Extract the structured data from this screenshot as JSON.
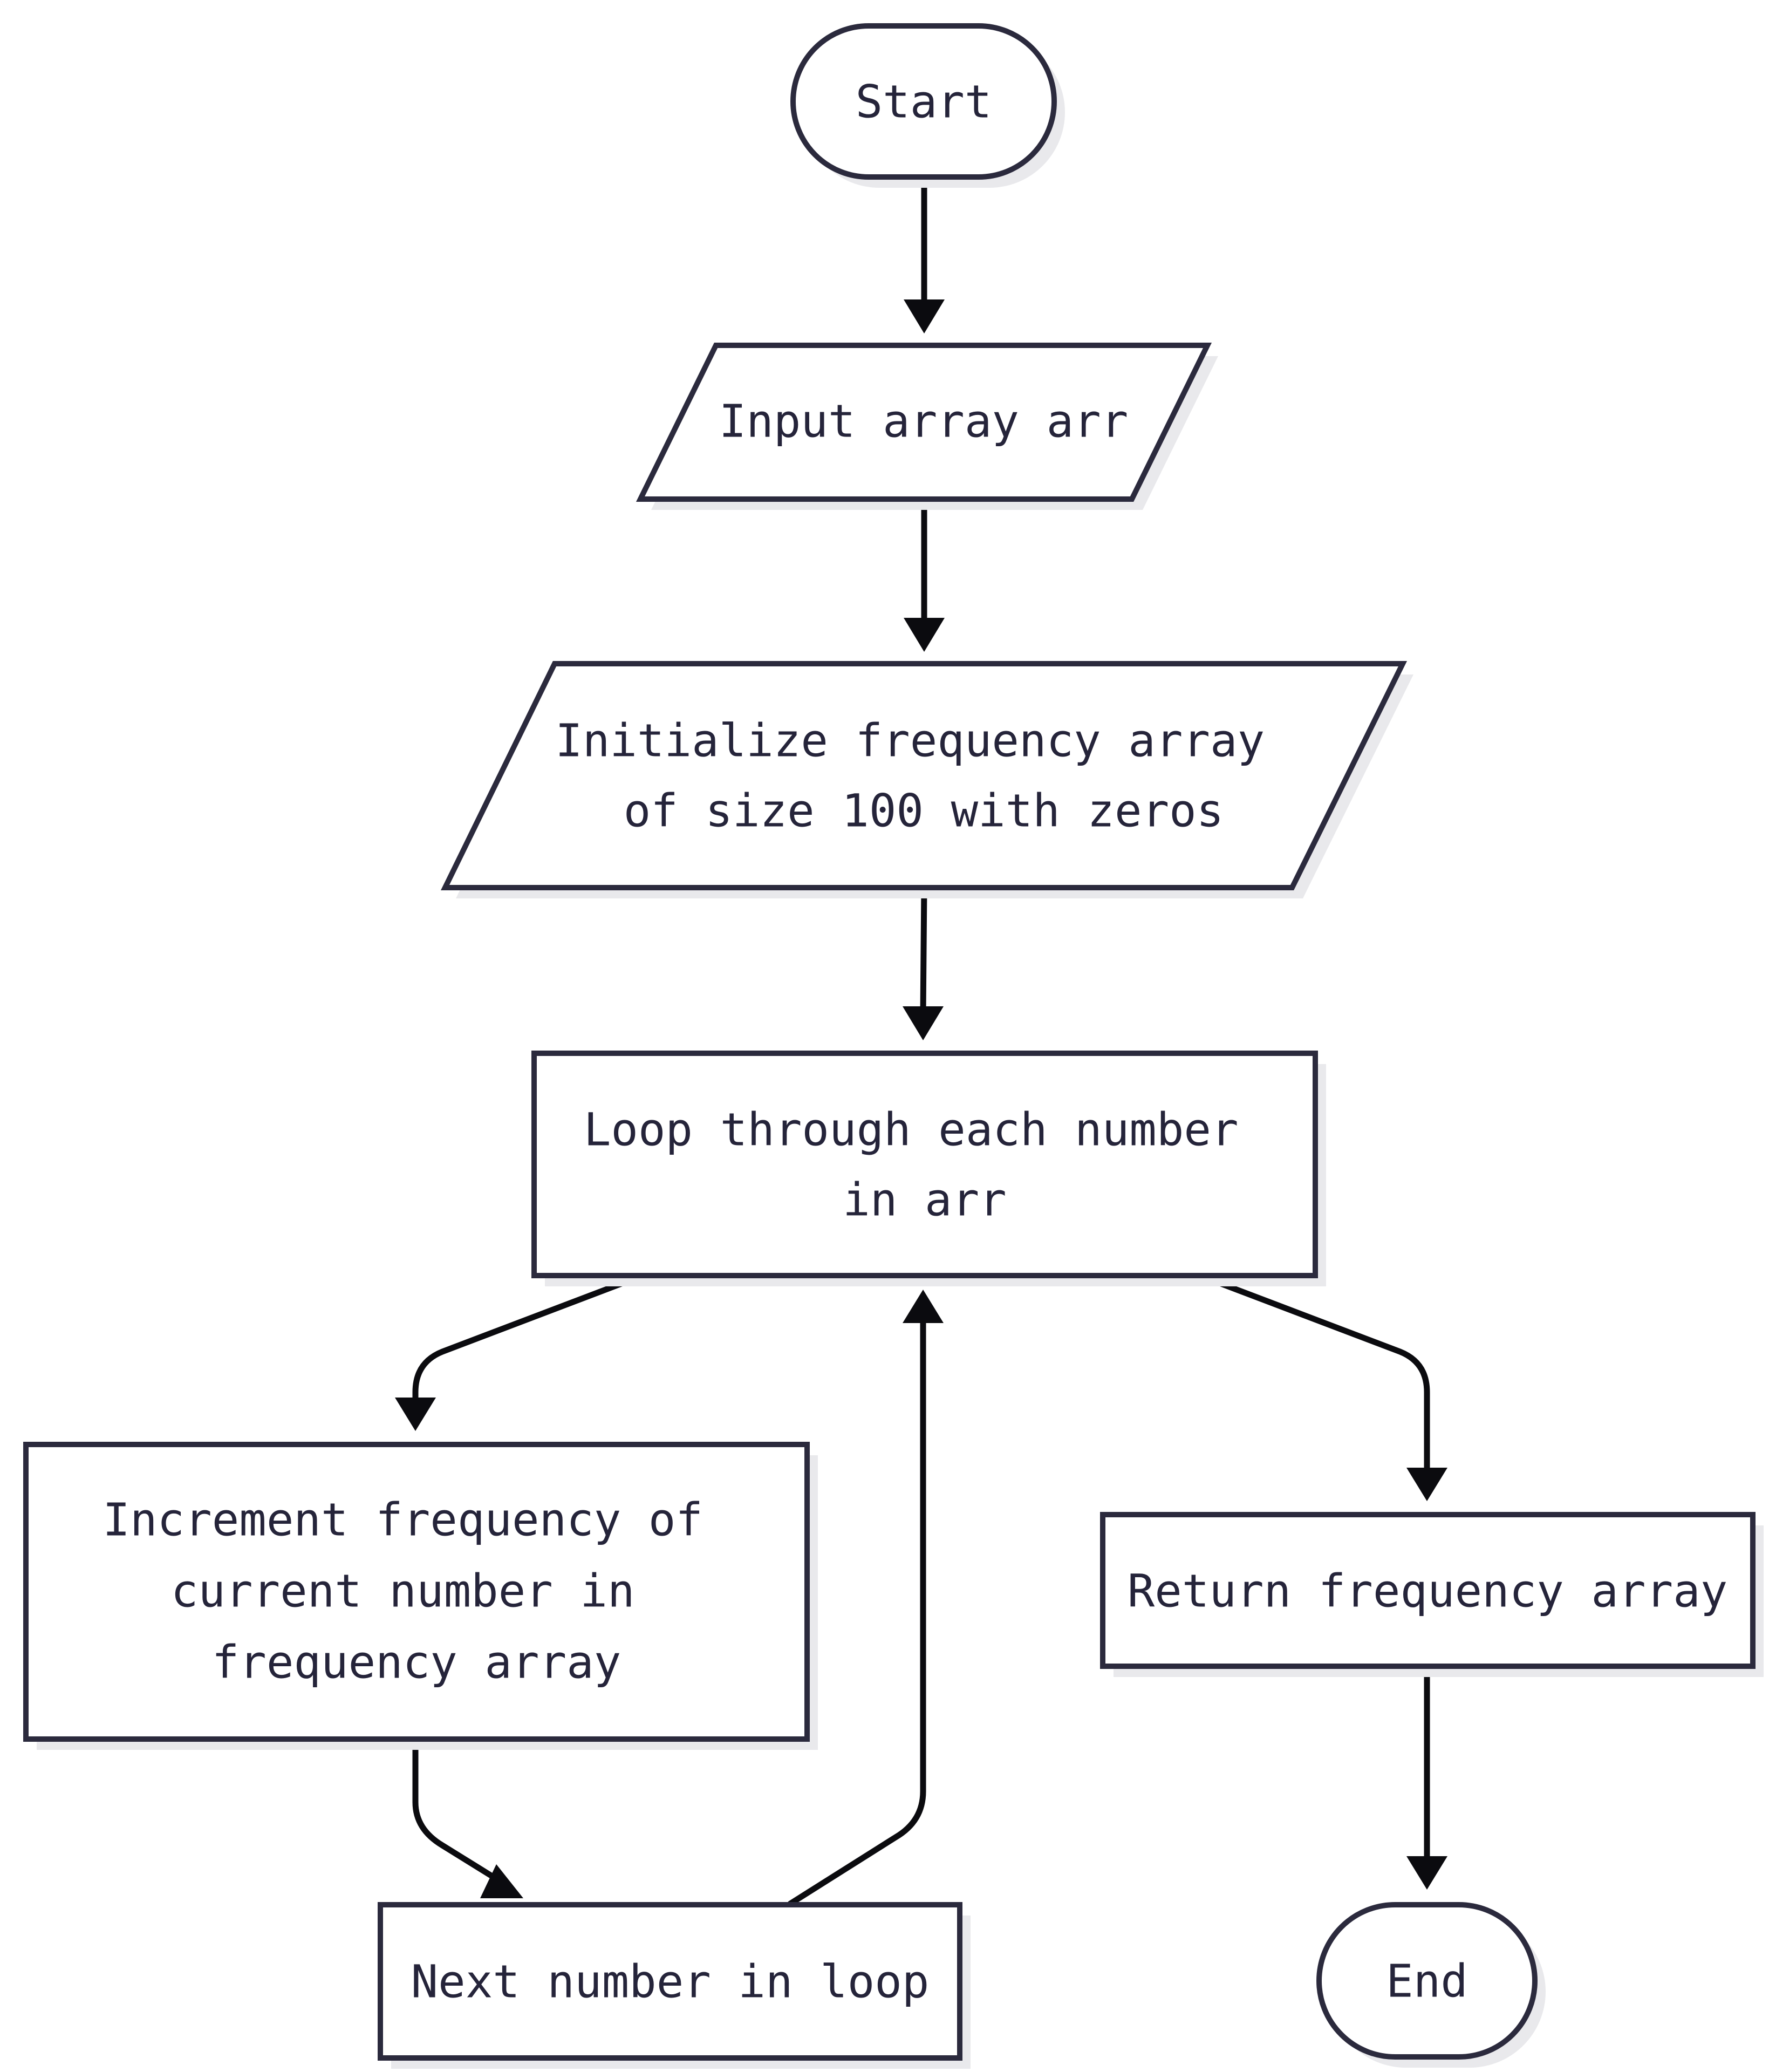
{
  "flowchart": {
    "nodes": [
      {
        "id": "start",
        "shape": "terminal",
        "lines": [
          "Start"
        ]
      },
      {
        "id": "input",
        "shape": "parallelogram",
        "lines": [
          "Input array arr"
        ]
      },
      {
        "id": "init",
        "shape": "parallelogram",
        "lines": [
          "Initialize frequency array",
          "of size 100 with zeros"
        ]
      },
      {
        "id": "loop",
        "shape": "process",
        "lines": [
          "Loop through each number",
          "in arr"
        ]
      },
      {
        "id": "increment",
        "shape": "process",
        "lines": [
          "Increment frequency of",
          "current number in",
          "frequency array"
        ]
      },
      {
        "id": "next",
        "shape": "process",
        "lines": [
          "Next number in loop"
        ]
      },
      {
        "id": "return",
        "shape": "process",
        "lines": [
          "Return frequency array"
        ]
      },
      {
        "id": "end",
        "shape": "terminal",
        "lines": [
          "End"
        ]
      }
    ],
    "edges": [
      {
        "from": "start",
        "to": "input"
      },
      {
        "from": "input",
        "to": "init"
      },
      {
        "from": "init",
        "to": "loop"
      },
      {
        "from": "loop",
        "to": "increment"
      },
      {
        "from": "increment",
        "to": "next"
      },
      {
        "from": "next",
        "to": "loop"
      },
      {
        "from": "loop",
        "to": "return"
      },
      {
        "from": "return",
        "to": "end"
      }
    ],
    "colors": {
      "node_fill": "#ffffff",
      "node_stroke": "#2b2a3d",
      "text": "#25243a",
      "edge": "#0b0b0f",
      "shadow": "#e9e9ec"
    }
  }
}
